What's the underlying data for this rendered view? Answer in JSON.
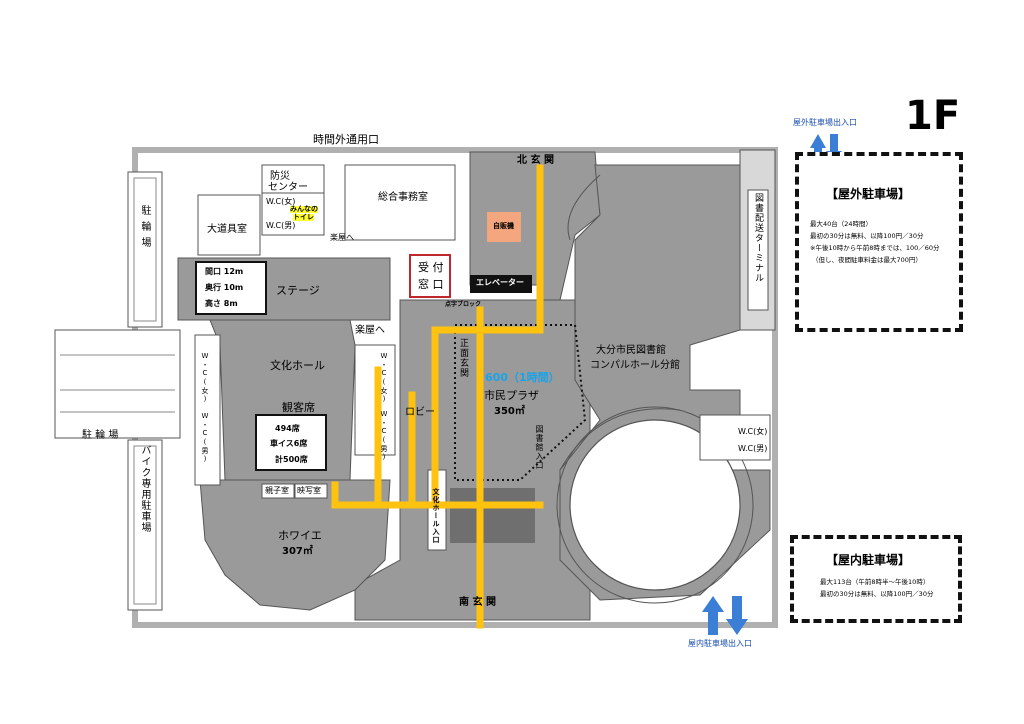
{
  "floor": "1F",
  "colors": {
    "wall": "#b0b0b0",
    "floor_gray": "#8f8f8f",
    "route": "#ffc20e",
    "accent_text": "#1aa3e8",
    "arrow": "#3a7fd5",
    "reception_border": "#c0272d",
    "vending": "#f4a67e",
    "toilet_label": "#ffff33"
  },
  "labels": {
    "after_hours_entrance": "時間外通用口",
    "north_entrance": "北 玄 関",
    "south_entrance": "南 玄 関",
    "disaster_center_1": "防災",
    "disaster_center_2": "センター",
    "wc_f_top": "W.C(女)",
    "wc_m_top": "W.C(男)",
    "universal_toilet_1": "みんなの",
    "universal_toilet_2": "トイレ",
    "dressing_room_top": "楽屋へ",
    "general_office": "総合事務室",
    "vending_machine": "自販機",
    "props_room": "大道具室",
    "reception_1": "受 付",
    "reception_2": "窓 口",
    "elevator": "エレベーター",
    "braille_block": "点字ブロック",
    "stage_width": "間口 12m",
    "stage_depth": "奥行 10m",
    "stage_height": "高さ 8m",
    "stage": "ステージ",
    "dressing_room_side": "楽屋へ",
    "culture_hall": "文化ホール",
    "audience_seats": "観客席",
    "seats_1": "494席",
    "seats_2": "車イス6席",
    "seats_3": "計500席",
    "parent_child_room": "親子室",
    "projection_room": "映写室",
    "foyer": "ホワイエ",
    "foyer_area": "307㎡",
    "wc_left_f": "W・C(女)",
    "wc_left_m": "W・C(男)",
    "wc_mid_f": "W・C(女)",
    "wc_mid_m": "W・C(男)",
    "lobby": "ロビー",
    "front_entrance": "正面玄関",
    "plaza_capacity": "600（1時間）",
    "citizens_plaza": "市民プラザ",
    "plaza_area": "350㎡",
    "library_entrance": "図書館入口",
    "culture_hall_entrance": "文化ホール入口",
    "library_1": "大分市民図書館",
    "library_2": "コンパルホール分館",
    "library_delivery_terminal": "図書配送ターミナル",
    "wc_right_f": "W.C(女)",
    "wc_right_m": "W.C(男)",
    "bicycle_parking_top": "駐輪場",
    "bicycle_parking_left": "駐 輪 場",
    "motorbike_parking": "バイク専用駐車場"
  },
  "outdoor_parking": {
    "entrance_label": "屋外駐車場出入口",
    "title": "【屋外駐車場】",
    "line1": "最大40台（24時間）",
    "line2": "最初の30分は無料、以降100円／30分",
    "line3": "※午後10時から午前8時までは、100／60分",
    "line4": "（但し、夜間駐車料金は最大700円）"
  },
  "indoor_parking": {
    "entrance_label": "屋内駐車場出入口",
    "title": "【屋内駐車場】",
    "line1": "最大113台（午前8時半～午後10時）",
    "line2": "最初の30分は無料、以降100円／30分"
  }
}
